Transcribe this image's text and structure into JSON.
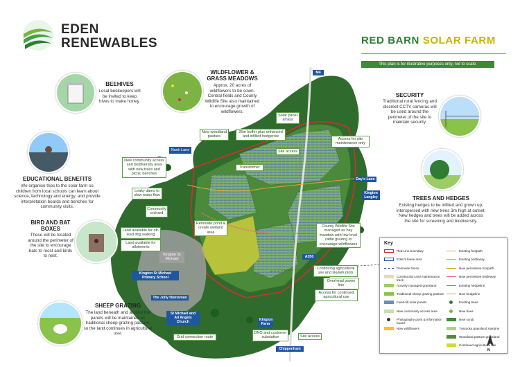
{
  "brand": {
    "line1": "EDEN",
    "line2": "RENEWABLES"
  },
  "title": {
    "part1": "RED BARN",
    "part2": "SOLAR FARM"
  },
  "disclaimer": "This plan is for illustrative purposes only, not to scale.",
  "sections": {
    "beehives": {
      "title": "BEEHIVES",
      "body": "Local beekeepers will be invited to keep hives to make honey."
    },
    "wildflower": {
      "title": "WILDFLOWER & GRASS MEADOWS",
      "body": "Approx. 20 acres of wildflowers to be sown. Central fields and County Wildlife Site also maintained to encourage growth of wildflowers."
    },
    "security": {
      "title": "SECURITY",
      "body": "Traditional rural fencing and discreet CCTV cameras will be used around the perimeter of the site to maintain security."
    },
    "education": {
      "title": "EDUCATIONAL BENEFITS",
      "body": "We organise trips to the solar farm so children from local schools can learn about science, technology and energy, and provide interpretation boards and benches for community visits."
    },
    "trees": {
      "title": "TREES AND HEDGES",
      "body": "Existing hedges to be infilled and grown up, interspersed with new trees 3m high at outset. New hedges and trees will be added across the site for screening and biodiversity."
    },
    "bats": {
      "title": "BIRD AND BAT BOXES",
      "body": "These will be located around the perimeter of the site to encourage bats to roost and birds to nest."
    },
    "sheep": {
      "title": "SHEEP GRAZING",
      "body": "The land beneath and around the panels will be maintained as traditional sheep grazing pasture, so the land continues in agricultural use."
    }
  },
  "map_labels": {
    "m4": "M4",
    "solar_arrays": "Solar panel arrays",
    "new_woodland": "New woodland pasture",
    "buffer": "25m buffer plus enhanced and infilled hedgerow",
    "nash_lane": "Nash Lane",
    "site_access_top": "Site access",
    "access_maintenance": "Access for site maintenance only",
    "community_access": "New community access and biodiversity area with new trees and picnic benches",
    "transformer": "Transformer",
    "days_lane": "Day's Lane",
    "kington_langley": "Kington Langley",
    "leaky_dams": "Leaky dams to slow water flow",
    "community_orchard": "Community orchard",
    "dog_walking": "Land available for off-lead dog walking",
    "allotments": "Land available for allotments",
    "wetland": "Renovate pond & create wetland area",
    "county_wildlife": "County Wildlife Site managed as hay meadow with low level cattle grazing to encourage wildflowers",
    "kington_st_michael": "Kington St Michael",
    "primary_school": "Kington St Michael Primary School",
    "a350": "A350",
    "continuing_agri": "Continuing agricultural use and skylark plots",
    "overhead_power": "Overhead power line",
    "jolly_huntsman": "The Jolly Huntsman",
    "access_agri": "Access for continued agricultural use",
    "church": "St Michael and All Angels Church",
    "kington_farm": "Kington Farm",
    "grid_connection": "Grid connection route",
    "dno": "DNO and customer substation",
    "site_access_bottom": "Site access",
    "chippenham": "Chippenham"
  },
  "key": {
    "title": "Key",
    "items_left": [
      {
        "label": "Red Line boundary",
        "color": "#d32f2f",
        "type": "box"
      },
      {
        "label": "Eden's lease area",
        "color": "#1e56a0",
        "type": "box"
      },
      {
        "label": "Perimeter fence",
        "color": "#1e56a0",
        "type": "dash"
      },
      {
        "label": "Construction and maintenance track",
        "color": "#e6d9b8",
        "type": "fill"
      },
      {
        "label": "Actively managed grassland",
        "color": "#9ccc65",
        "type": "fill"
      },
      {
        "label": "Traditional sheep grazing pasture",
        "color": "#8bc34a",
        "type": "fill"
      },
      {
        "label": "Fixed-tilt solar panels",
        "color": "#6b8fb5",
        "type": "fill"
      },
      {
        "label": "New community access area",
        "color": "#c5e1a5",
        "type": "fill"
      },
      {
        "label": "Photography point & information board",
        "color": "#333333",
        "type": "dot"
      },
      {
        "label": "New wildflowers",
        "color": "#fbc02d",
        "type": "fill"
      }
    ],
    "items_right": [
      {
        "label": "Existing footpath",
        "color": "#e8a33d",
        "type": "line"
      },
      {
        "label": "Existing bridleway",
        "color": "#e8a33d",
        "type": "line"
      },
      {
        "label": "New permissive footpath",
        "color": "#d4a017",
        "type": "line"
      },
      {
        "label": "New permissive bridleway",
        "color": "#f06292",
        "type": "line"
      },
      {
        "label": "Existing hedgeline",
        "color": "#689f38",
        "type": "line"
      },
      {
        "label": "New hedgeline",
        "color": "#8bc34a",
        "type": "line"
      },
      {
        "label": "Existing trees",
        "color": "#2e7d32",
        "type": "dot"
      },
      {
        "label": "New trees",
        "color": "#7cb342",
        "type": "dot"
      },
      {
        "label": "New scrub",
        "color": "#388e3c",
        "type": "fill"
      },
      {
        "label": "Tussocky grassland margins",
        "color": "#aed581",
        "type": "fill"
      },
      {
        "label": "Woodland pasture grassland",
        "color": "#558b2f",
        "type": "fill"
      },
      {
        "label": "Continued agricultural use",
        "color": "#cddc39",
        "type": "fill"
      }
    ]
  },
  "north": "N"
}
